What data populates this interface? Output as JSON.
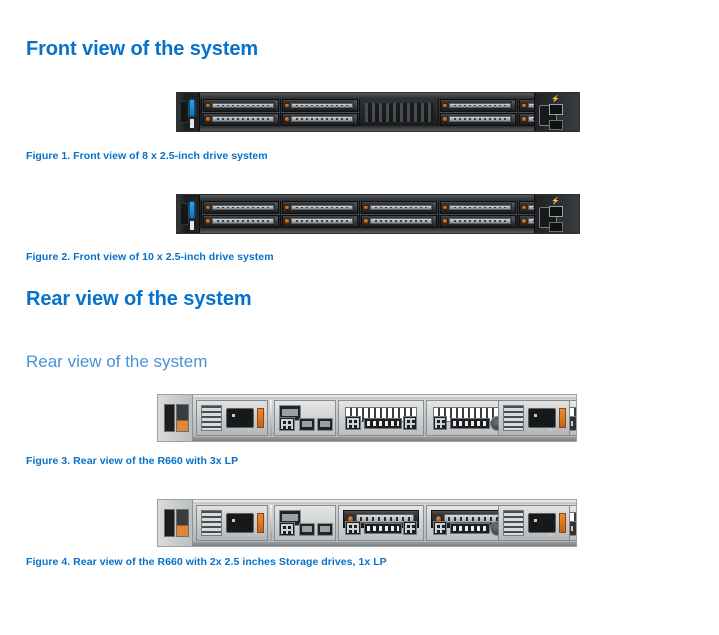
{
  "page": {
    "background": "#ffffff",
    "accent_blue": "#0672CB",
    "subheading_blue": "#4a92d6"
  },
  "sections": [
    {
      "id": "front-view",
      "heading": "Front view of the system"
    },
    {
      "id": "rear-view",
      "heading": "Rear view of the system",
      "subheading": "Rear view of the system"
    }
  ],
  "figures": [
    {
      "id": "figure-1",
      "caption": "Figure 1. Front view of 8 x 2.5-inch drive system",
      "kind": "front",
      "drive_bays": 4,
      "drives_per_bay": 2,
      "total_drives": 8,
      "has_center_vent": true
    },
    {
      "id": "figure-2",
      "caption": "Figure 2. Front view of 10 x 2.5-inch drive system",
      "kind": "front",
      "drive_bays": 5,
      "drives_per_bay": 2,
      "total_drives": 10,
      "has_center_vent": false
    },
    {
      "id": "figure-3",
      "caption": "Figure 3. Rear view of the R660 with 3x LP",
      "kind": "rear",
      "expansion_slots": 3,
      "rear_drives": 0,
      "power_supplies": 2
    },
    {
      "id": "figure-4",
      "caption": "Figure 4. Rear view of the R660 with 2x 2.5 inches Storage drives, 1x LP",
      "kind": "rear",
      "expansion_slots": 1,
      "rear_drives": 2,
      "power_supplies": 2
    }
  ],
  "icons": {
    "usb_front": "usb-icon"
  }
}
